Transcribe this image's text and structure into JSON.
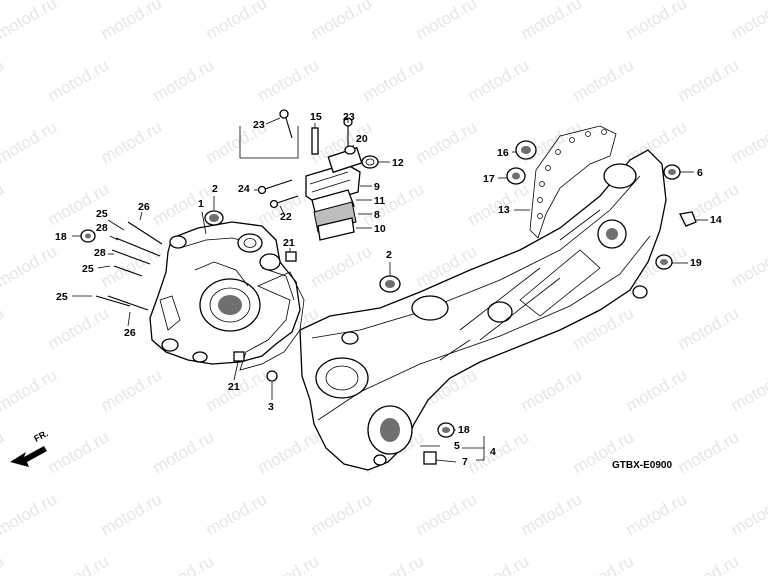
{
  "watermark": "motod.ru",
  "diagram_code": "GTBX-E0900",
  "front_label": "FR.",
  "callouts": [
    {
      "id": "c1",
      "text": "1"
    },
    {
      "id": "c2a",
      "text": "2"
    },
    {
      "id": "c2b",
      "text": "2"
    },
    {
      "id": "c3",
      "text": "3"
    },
    {
      "id": "c4",
      "text": "4"
    },
    {
      "id": "c5",
      "text": "5"
    },
    {
      "id": "c6",
      "text": "6"
    },
    {
      "id": "c7",
      "text": "7"
    },
    {
      "id": "c8",
      "text": "8"
    },
    {
      "id": "c9",
      "text": "9"
    },
    {
      "id": "c10",
      "text": "10"
    },
    {
      "id": "c11",
      "text": "11"
    },
    {
      "id": "c12",
      "text": "12"
    },
    {
      "id": "c13",
      "text": "13"
    },
    {
      "id": "c14",
      "text": "14"
    },
    {
      "id": "c15",
      "text": "15"
    },
    {
      "id": "c16",
      "text": "16"
    },
    {
      "id": "c17",
      "text": "17"
    },
    {
      "id": "c18a",
      "text": "18"
    },
    {
      "id": "c18b",
      "text": "18"
    },
    {
      "id": "c19",
      "text": "19"
    },
    {
      "id": "c20",
      "text": "20"
    },
    {
      "id": "c21a",
      "text": "21"
    },
    {
      "id": "c21b",
      "text": "21"
    },
    {
      "id": "c22",
      "text": "22"
    },
    {
      "id": "c23a",
      "text": "23"
    },
    {
      "id": "c23b",
      "text": "23"
    },
    {
      "id": "c24",
      "text": "24"
    },
    {
      "id": "c25a",
      "text": "25"
    },
    {
      "id": "c25b",
      "text": "25"
    },
    {
      "id": "c25c",
      "text": "25"
    },
    {
      "id": "c26a",
      "text": "26"
    },
    {
      "id": "c26b",
      "text": "26"
    },
    {
      "id": "c28a",
      "text": "28"
    },
    {
      "id": "c28b",
      "text": "28"
    }
  ]
}
